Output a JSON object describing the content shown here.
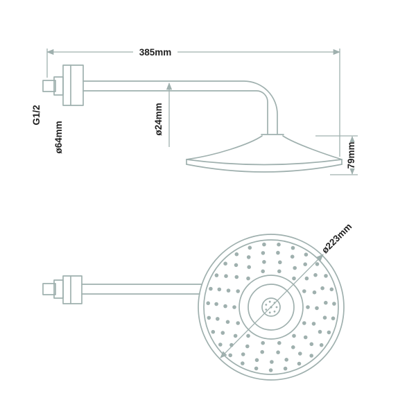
{
  "diagram": {
    "colors": {
      "line": "#9fb0ae",
      "text": "#1f1f1f",
      "bg": "#ffffff"
    },
    "side_view": {
      "arm_length_label": "385mm",
      "thread_label": "G1/2",
      "flange_diameter_label": "ø64mm",
      "arm_diameter_label": "ø24mm",
      "head_height_label": "79mm"
    },
    "front_view": {
      "head_diameter_label": "ø223mm",
      "nozzle_dot_radius": 2.8,
      "nozzle_rings": [
        {
          "radius": 53,
          "count": 14
        },
        {
          "radius": 66,
          "count": 18
        },
        {
          "radius": 79,
          "count": 23
        },
        {
          "radius": 91,
          "count": 27
        }
      ],
      "hub_dot_ring": {
        "radius": 8,
        "count": 7,
        "dot_radius": 1.4
      }
    }
  }
}
